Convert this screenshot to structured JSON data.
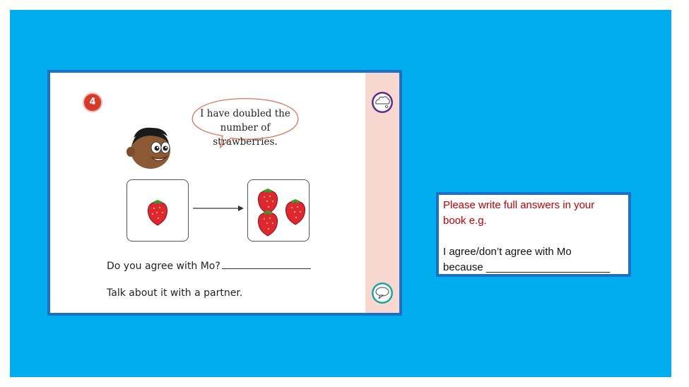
{
  "worksheet": {
    "question_number": "4",
    "speech_text": [
      "I have doubled the",
      "number of strawberries."
    ],
    "question": "Do you agree with Mo?",
    "prompt": "Talk about it with a partner.",
    "left_box_strawberries": 1,
    "right_box_strawberries": 3,
    "icons": {
      "top": "thinking-cloud-icon",
      "bottom": "speech-bubble-icon"
    }
  },
  "note": {
    "instruction": [
      "Please write full answers in your",
      "book e.g."
    ],
    "example_line1": "I agree/don’t agree with Mo",
    "example_line2": "because _____________________"
  },
  "colors": {
    "background": "#00adef",
    "border": "#1f6fc4",
    "sidebar": "#f9d9cf",
    "badge": "#d73a2a",
    "instruction": "#c00000"
  }
}
